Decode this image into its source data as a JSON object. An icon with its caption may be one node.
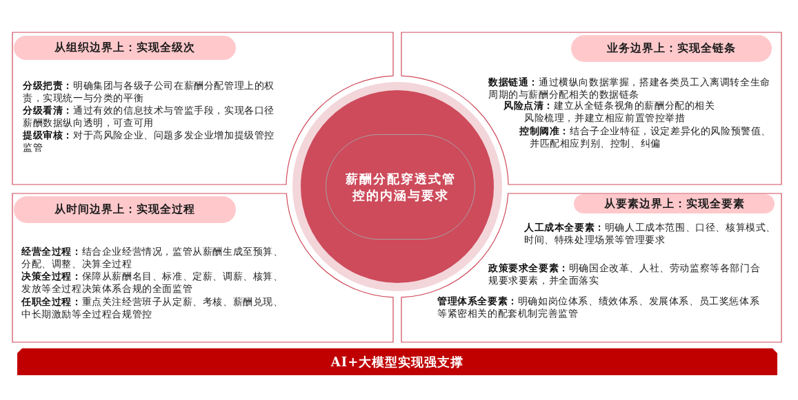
{
  "diagram": {
    "nodes": [
      {
        "text": [
          "**分级把责：**明确集团与各级子公司在薪酬分配管理上的权责，实现统一与分类的平衡",
          "**分级看清：**通过有效的信息技术与管监手段，实现各口径薪酬数据纵向透明，可查可用",
          "**提级审核：**对于高风险企业、问题多发企业增加提级管控监管"
        ]
      },
      {
        "text": [
          "从组织边界上：实现全级次"
        ],
        "in": 0
      },
      {
        "text": [
          "**数据链通：**通过横纵向数据掌握，搭建各类员工入离调转全生命周期的与薪酬分配相关的数据链条",
          "**风险点清：**建立从全链条视角的薪酬分配的相关风险梳理，并建立相应前置管控举措",
          "**控制阈准：**结合子企业特征，设定差异化的风险预警值、并匹配相应判别、控制、纠偏"
        ]
      },
      {
        "text": [
          "业务边界上：实现全链条"
        ],
        "in": 2
      },
      {
        "text": [],
        "shape": "circle"
      },
      {
        "text": [
          "薪酬分配穿透式管控的内涵与要求"
        ],
        "in": 4
      },
      {
        "text": [
          "**经营全过程：**结合企业经营情况，监管从薪酬生成至预算、分配、调整、决算全过程",
          "**决策全过程：**保障从薪酬名目、标准、定薪、调薪、核算、发放等全过程决策体系合规的全面监管",
          "**任职全过程：**重点关注经营班子从定薪、考核、薪酬兑现、中长期激励等全过程合规管控"
        ]
      },
      {
        "text": [
          "从时间边界上：实现全过程"
        ],
        "in": 6
      },
      {
        "text": [
          "**人工成本全要素：**明确人工成本范围、口径、核算模式、时间、特殊处理场景等管理要求",
          "**政策要求全要素：**明确国企改革、人社、劳动监察等各部门合规要求要素，并全面落实",
          "**管理体系全要素：**明确如岗位体系、绩效体系、发展体系、员工奖惩体系等紧密相关的配套机制完善监管"
        ]
      },
      {
        "text": [
          "从要素边界上：实现全要素"
        ],
        "in": 8
      },
      {
        "text": [
          "AI+大模型实现强支撑"
        ]
      }
    ]
  }
}
